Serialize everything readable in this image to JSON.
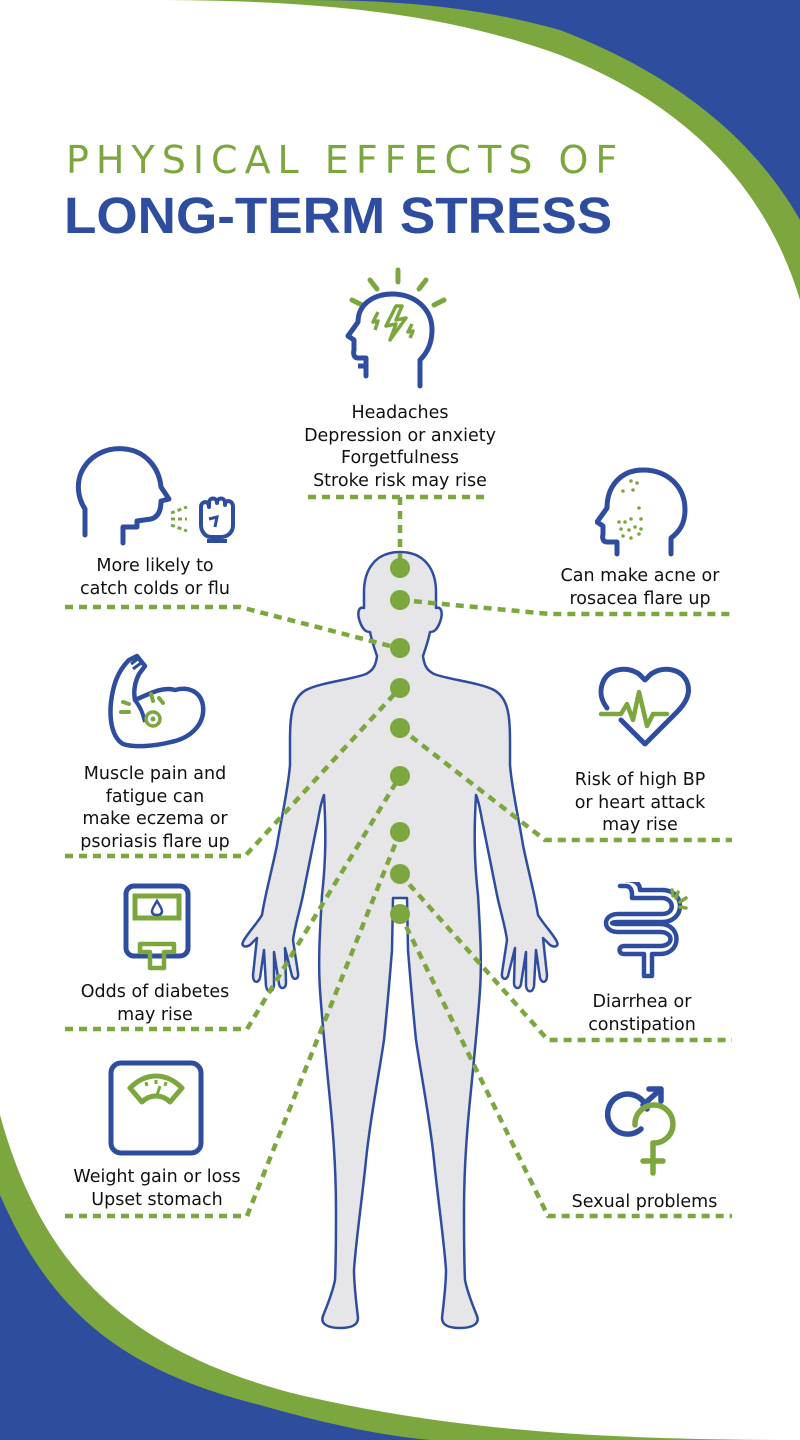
{
  "title": {
    "line1": "PHYSICAL EFFECTS OF",
    "line2": "LONG-TERM STRESS"
  },
  "colors": {
    "blue": "#2f4d9f",
    "green": "#7ca73f",
    "body_fill": "#e6e6e8",
    "text": "#111111"
  },
  "effects": [
    {
      "id": "brain",
      "icon": "head-lightning-icon",
      "lines": [
        "Headaches",
        "Depression or anxiety",
        "Forgetfulness",
        "Stroke risk may rise"
      ]
    },
    {
      "id": "immune",
      "icon": "head-sneeze-fist-icon",
      "lines": [
        "More likely to",
        "catch colds or flu"
      ]
    },
    {
      "id": "skin",
      "icon": "head-acne-icon",
      "lines": [
        "Can make acne or",
        "rosacea flare up"
      ]
    },
    {
      "id": "muscle",
      "icon": "flexed-arm-pain-icon",
      "lines": [
        "Muscle pain and",
        "fatigue can",
        "make eczema or",
        "psoriasis flare up"
      ]
    },
    {
      "id": "heart",
      "icon": "heart-pulse-icon",
      "lines": [
        "Risk of high BP",
        "or heart attack",
        "may rise"
      ]
    },
    {
      "id": "diabetes",
      "icon": "glucose-meter-icon",
      "lines": [
        "Odds of diabetes",
        "may rise"
      ]
    },
    {
      "id": "digestion",
      "icon": "intestine-icon",
      "lines": [
        "Diarrhea or",
        "constipation"
      ]
    },
    {
      "id": "weight",
      "icon": "weight-scale-icon",
      "lines": [
        "Weight gain or loss",
        "Upset stomach"
      ]
    },
    {
      "id": "sexual",
      "icon": "gender-symbols-icon",
      "lines": [
        "Sexual problems"
      ]
    }
  ]
}
